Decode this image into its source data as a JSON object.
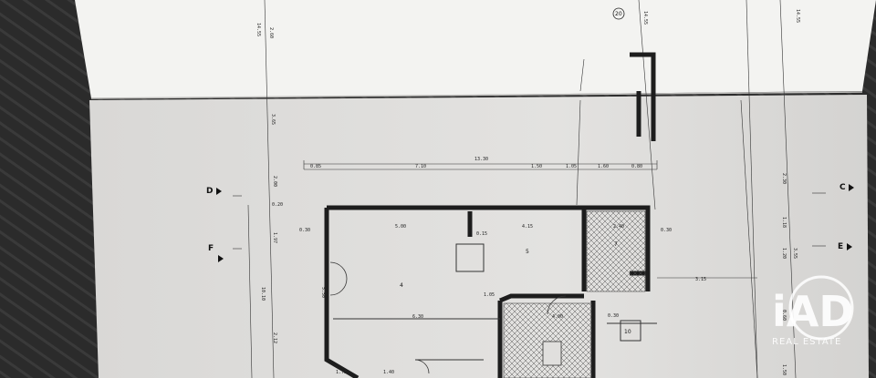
{
  "colors": {
    "paper": "#e4e3e1",
    "paper_top": "#f4f4f2",
    "background": "#2b2b2b",
    "ink": "#1d1d1d",
    "watermark": "#ffffff"
  },
  "watermark": {
    "logo_text": "iAD",
    "tagline": "REAL ESTATE"
  },
  "sections": {
    "d": "D",
    "f": "F",
    "c": "C",
    "e": "E"
  },
  "rooms": {
    "r4": "4",
    "r5": "5",
    "r7": "7",
    "r10": "10",
    "r20": "20"
  },
  "dimensions": {
    "top_total": "13.30",
    "top_0": "0.85",
    "top_1": "7.10",
    "top_2": "1.50",
    "top_3": "1.05",
    "top_4": "1.60",
    "top_5": "0.80",
    "left_v1": "14.55",
    "left_v2": "2.60",
    "left_v3": "3.65",
    "left_v4": "2.00",
    "left_v5": "1.97",
    "left_v6": "10.10",
    "left_v7": "5.50",
    "left_v8": "2.12",
    "right_v1": "14.55",
    "right_v2": "2.30",
    "right_v3": "1.18",
    "right_v4": "3.55",
    "right_v5": "1.20",
    "right_v6": "1.50",
    "right_v7": "0.60",
    "mid_v1": "14.55",
    "w1": "0.30",
    "w2": "5.00",
    "w3": "4.15",
    "w4": "0.15",
    "w5": "0.30",
    "w6": "2.40",
    "w7": "3.15",
    "w8": "6.30",
    "w9": "4.00",
    "w10": "1.05",
    "w11": "1.75",
    "w12": "1.40",
    "w13": "0.20",
    "w14": "0.30"
  }
}
